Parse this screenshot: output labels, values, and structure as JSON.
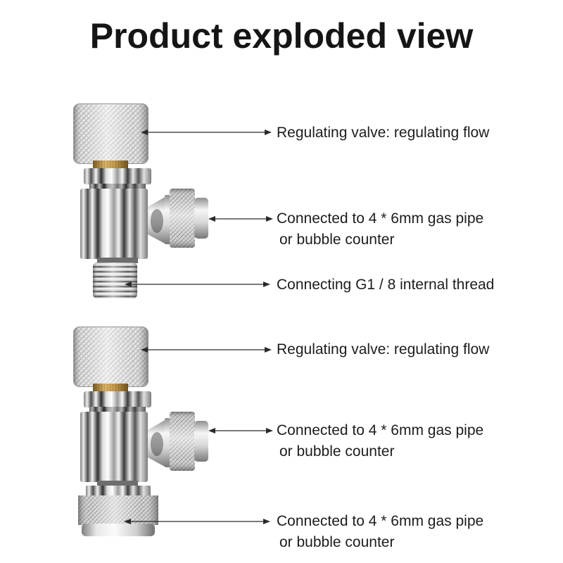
{
  "page": {
    "title": "Product exploded view",
    "background": "#ffffff",
    "text_color": "#1d1d1d"
  },
  "valve_top": {
    "callouts": [
      {
        "line1": "Regulating valve: regulating flow"
      },
      {
        "line1": "Connected to 4 * 6mm gas pipe",
        "line2": "or bubble counter"
      },
      {
        "line1": "Connecting G1 / 8 internal thread"
      }
    ]
  },
  "valve_bottom": {
    "callouts": [
      {
        "line1": "Regulating valve: regulating flow"
      },
      {
        "line1": "Connected to 4 * 6mm gas pipe",
        "line2": "or bubble counter"
      },
      {
        "line1": "Connected to 4 * 6mm gas pipe",
        "line2": "or bubble counter"
      }
    ]
  },
  "icons": {
    "leader_arrow": "double-headed-arrow"
  },
  "colors": {
    "arrow": "#2a2a2a",
    "silver_knurl": "#d8d8d8",
    "chrome_dark": "#3a3a3a",
    "chrome_bright": "#ffffff",
    "brass": "#c59c4e"
  }
}
